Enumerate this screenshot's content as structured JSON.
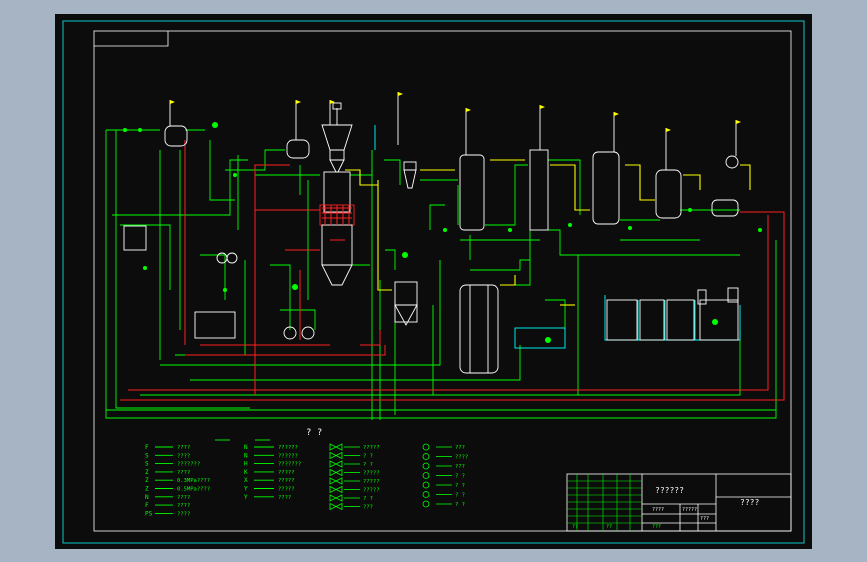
{
  "drawing": {
    "center_title": "? ?",
    "title_block": {
      "title_main": "??????",
      "title_right": "????",
      "small_cells": [
        "????",
        "?????",
        "???"
      ],
      "footer_cells": [
        "??",
        "??",
        "???"
      ]
    }
  },
  "legend": {
    "col1": [
      {
        "code": "F",
        "text": "????"
      },
      {
        "code": "S",
        "text": "????"
      },
      {
        "code": "S",
        "text": "???????"
      },
      {
        "code": "Z",
        "text": "????"
      },
      {
        "code": "Z",
        "text": "0.3MPa????"
      },
      {
        "code": "Z",
        "text": "0.5MPa????"
      },
      {
        "code": "N",
        "text": "????"
      },
      {
        "code": "F",
        "text": "????"
      },
      {
        "code": "PS",
        "text": "????"
      }
    ],
    "col2": [
      {
        "code": "N",
        "text": "??????"
      },
      {
        "code": "N",
        "text": "??????"
      },
      {
        "code": "H",
        "text": "???????"
      },
      {
        "code": "K",
        "text": "?????"
      },
      {
        "code": "X",
        "text": "?????"
      },
      {
        "code": "Y",
        "text": "?????"
      },
      {
        "code": "Y",
        "text": "????"
      }
    ],
    "col3": [
      "?????",
      "? ?",
      "? ?",
      "?????",
      "?????",
      "?????",
      "? ?",
      "???"
    ],
    "col4": [
      "???",
      "????",
      "???",
      "? ?",
      "? ?",
      "? ?",
      "? ?"
    ]
  },
  "colors": {
    "frame": "#0c0c0c",
    "border": "#11c9c9",
    "process": "#00ff00",
    "steam": "#ff2020",
    "feed": "#ffff00",
    "equipment": "#ffffff",
    "water": "#00ffff"
  }
}
